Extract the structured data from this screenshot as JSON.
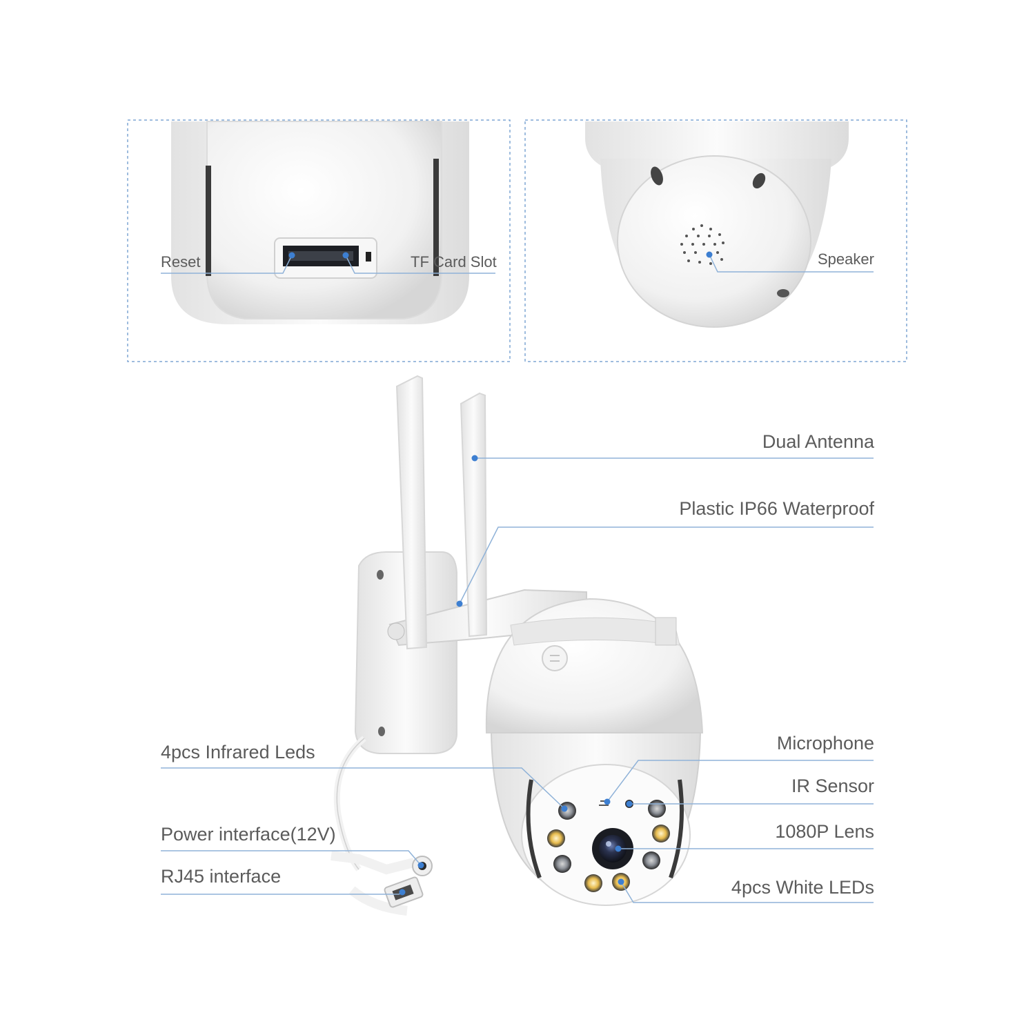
{
  "colors": {
    "leader_line": "#8fb2d8",
    "dot": "#3d7fd1",
    "frame_dash": "#7fa6d3",
    "body_white": "#f4f4f4",
    "body_shade": "#d9d9d9",
    "lens_dark": "#2a2f3a",
    "led_white": "#e6b84a",
    "led_ir": "#5a5f6a"
  },
  "top_left_panel": {
    "labels": {
      "reset": "Reset",
      "tf_card_slot": "TF Card Slot"
    }
  },
  "top_right_panel": {
    "labels": {
      "speaker": "Speaker"
    }
  },
  "main": {
    "labels": {
      "dual_antenna": "Dual Antenna",
      "waterproof": "Plastic IP66 Waterproof",
      "infrared_leds": "4pcs Infrared Leds",
      "microphone": "Microphone",
      "ir_sensor": "IR Sensor",
      "lens": "1080P Lens",
      "power_interface": "Power interface(12V)",
      "rj45_interface": "RJ45 interface",
      "white_leds": "4pcs White LEDs"
    }
  }
}
